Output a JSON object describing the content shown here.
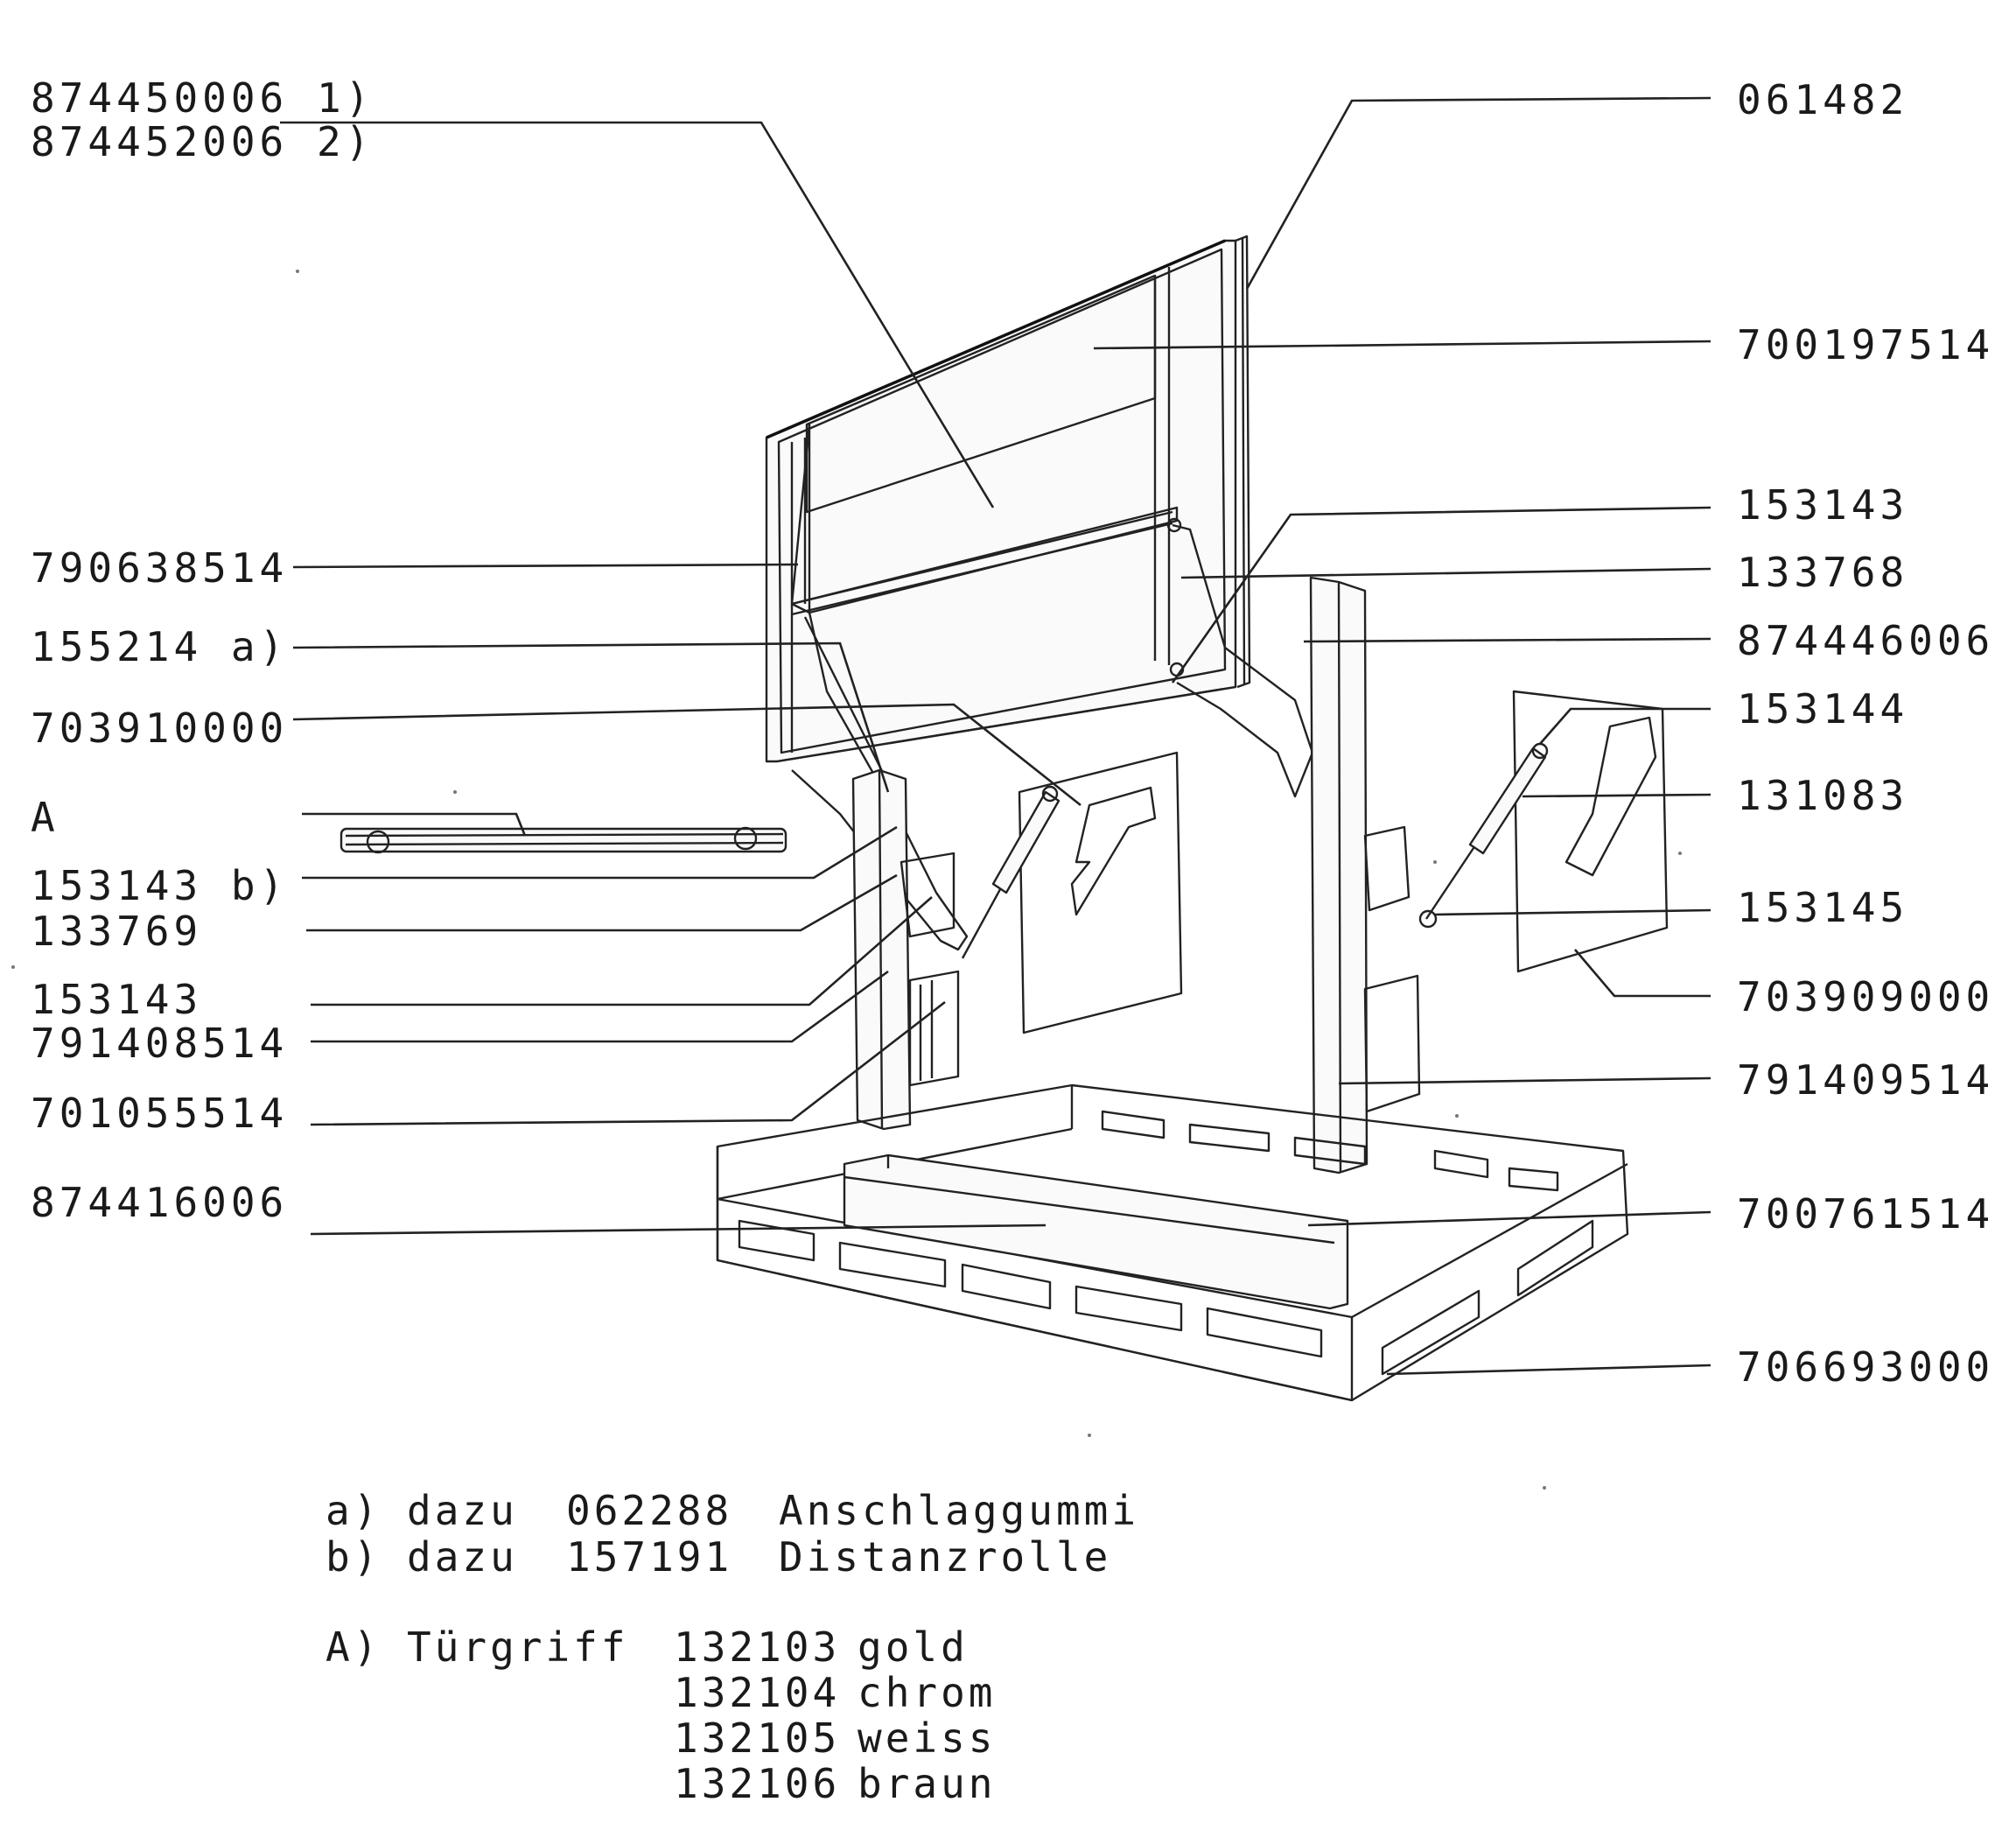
{
  "part_labels_left": [
    {
      "id": "874450006_874452006",
      "line1": "874450006 1)",
      "line2": "874452006 2)"
    },
    {
      "id": "790638514",
      "text": "790638514"
    },
    {
      "id": "155214a",
      "text": "155214 a)"
    },
    {
      "id": "703910000",
      "text": "703910000"
    },
    {
      "id": "A",
      "text": "A"
    },
    {
      "id": "153143b",
      "text": "153143 b)"
    },
    {
      "id": "133769",
      "text": "133769"
    },
    {
      "id": "153143",
      "text": "153143"
    },
    {
      "id": "791408514",
      "text": "791408514"
    },
    {
      "id": "701055514",
      "text": "701055514"
    },
    {
      "id": "874416006",
      "text": "874416006"
    }
  ],
  "part_labels_right": [
    {
      "id": "061482",
      "text": "061482"
    },
    {
      "id": "700197514",
      "text": "700197514"
    },
    {
      "id": "153143r",
      "text": "153143"
    },
    {
      "id": "133768",
      "text": "133768"
    },
    {
      "id": "874446006",
      "text": "874446006"
    },
    {
      "id": "153144",
      "text": "153144"
    },
    {
      "id": "131083",
      "text": "131083"
    },
    {
      "id": "153145",
      "text": "153145"
    },
    {
      "id": "703909000",
      "text": "703909000"
    },
    {
      "id": "791409514",
      "text": "791409514"
    },
    {
      "id": "700761514",
      "text": "700761514"
    },
    {
      "id": "706693000",
      "text": "706693000"
    }
  ],
  "footnotes": [
    {
      "key": "a)",
      "word": "dazu",
      "number": "062288",
      "name": "Anschlaggummi"
    },
    {
      "key": "b)",
      "word": "dazu",
      "number": "157191",
      "name": "Distanzrolle"
    }
  ],
  "handle": {
    "key": "A)",
    "name": "Türgriff",
    "variants": [
      {
        "number": "132103",
        "color": "gold"
      },
      {
        "number": "132104",
        "color": "chrom"
      },
      {
        "number": "132105",
        "color": "weiss"
      },
      {
        "number": "132106",
        "color": "braun"
      }
    ]
  }
}
